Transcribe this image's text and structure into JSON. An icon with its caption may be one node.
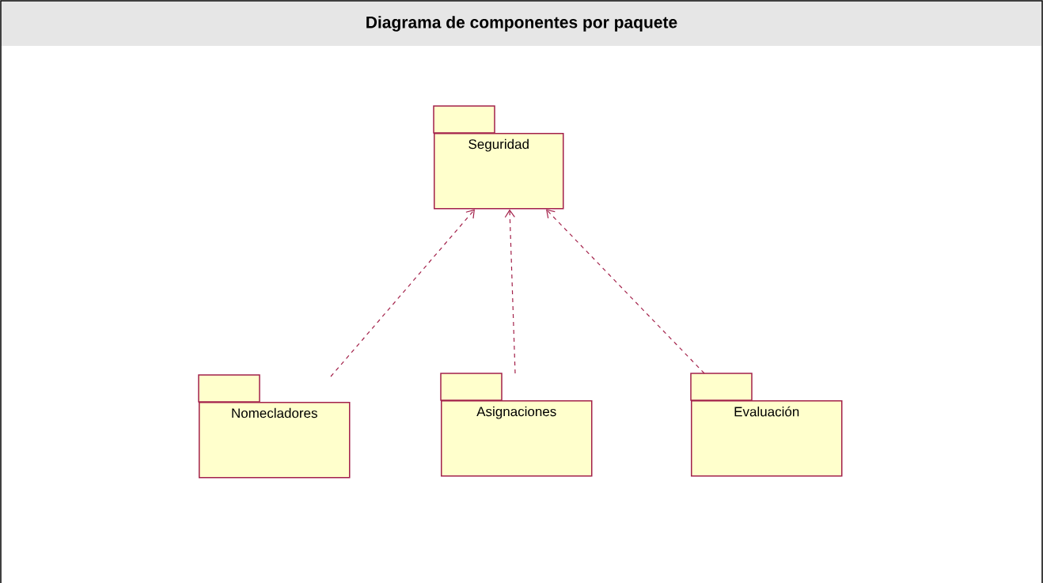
{
  "diagram": {
    "title": "Diagrama de componentes por paquete",
    "nodes": [
      {
        "text": [
          "Seguridad"
        ]
      },
      {
        "text": [
          "Nomecladores"
        ]
      },
      {
        "text": [
          "Asignaciones"
        ]
      },
      {
        "text": [
          "Evaluación"
        ]
      }
    ],
    "edges": [
      {
        "from": 1,
        "to": 0,
        "arrow": "to",
        "style": "dashed"
      },
      {
        "from": 2,
        "to": 0,
        "arrow": "to",
        "style": "dashed"
      },
      {
        "from": 3,
        "to": 0,
        "arrow": "to",
        "style": "dashed"
      }
    ]
  }
}
